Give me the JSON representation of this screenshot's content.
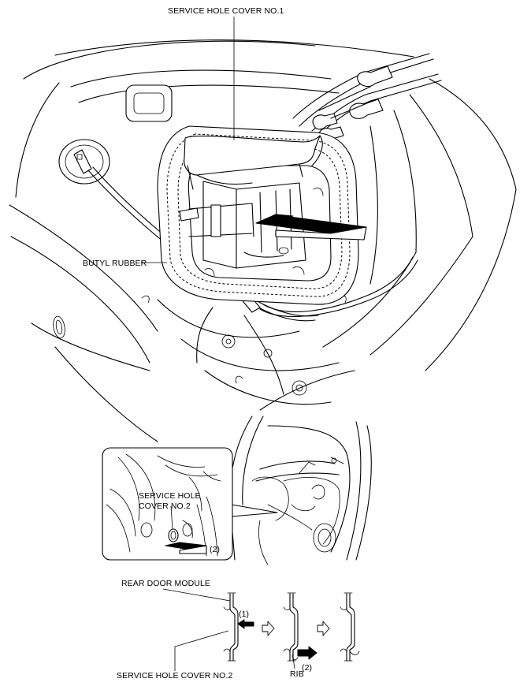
{
  "labels": {
    "service_hole_cover_no1": "SERVICE HOLE COVER NO.1",
    "butyl_rubber": "BUTYL RUBBER",
    "service_hole_inset_line1": "SERVICE HOLE",
    "service_hole_inset_line2": "COVER NO.2",
    "step2_inset": "(2)",
    "rear_door_module": "REAR DOOR MODULE",
    "step1": "(1)",
    "step2": "(2)",
    "rib": "RIB",
    "service_hole_cover_no2": "SERVICE HOLE COVER NO.2"
  }
}
